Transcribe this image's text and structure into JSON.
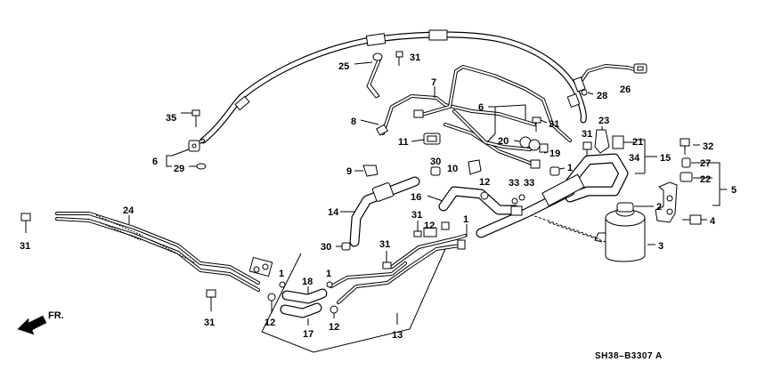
{
  "diagram": {
    "code": "SH38–B3307 A",
    "front_label": "FR.",
    "callouts": [
      {
        "id": "c35",
        "text": "35"
      },
      {
        "id": "c6a",
        "text": "6"
      },
      {
        "id": "c29",
        "text": "29"
      },
      {
        "id": "c25",
        "text": "25"
      },
      {
        "id": "c31a",
        "text": "31"
      },
      {
        "id": "c7",
        "text": "7"
      },
      {
        "id": "c8",
        "text": "8"
      },
      {
        "id": "c6b",
        "text": "6"
      },
      {
        "id": "c11",
        "text": "11"
      },
      {
        "id": "c31b",
        "text": "31"
      },
      {
        "id": "c20",
        "text": "20"
      },
      {
        "id": "c19",
        "text": "19"
      },
      {
        "id": "c23",
        "text": "23"
      },
      {
        "id": "c31c",
        "text": "31"
      },
      {
        "id": "c21",
        "text": "21"
      },
      {
        "id": "c34",
        "text": "34"
      },
      {
        "id": "c15",
        "text": "15"
      },
      {
        "id": "c28",
        "text": "28"
      },
      {
        "id": "c26",
        "text": "26"
      },
      {
        "id": "c32",
        "text": "32"
      },
      {
        "id": "c27",
        "text": "27"
      },
      {
        "id": "c22",
        "text": "22"
      },
      {
        "id": "c5",
        "text": "5"
      },
      {
        "id": "c4",
        "text": "4"
      },
      {
        "id": "c2",
        "text": "2"
      },
      {
        "id": "c3",
        "text": "3"
      },
      {
        "id": "c9",
        "text": "9"
      },
      {
        "id": "c30a",
        "text": "30"
      },
      {
        "id": "c10",
        "text": "10"
      },
      {
        "id": "c1a",
        "text": "1"
      },
      {
        "id": "c16",
        "text": "16"
      },
      {
        "id": "c12a",
        "text": "12"
      },
      {
        "id": "c33a",
        "text": "33"
      },
      {
        "id": "c33b",
        "text": "33"
      },
      {
        "id": "c14",
        "text": "14"
      },
      {
        "id": "c31d",
        "text": "31"
      },
      {
        "id": "c12b",
        "text": "12"
      },
      {
        "id": "c1b",
        "text": "1"
      },
      {
        "id": "c30b",
        "text": "30"
      },
      {
        "id": "c31e",
        "text": "31"
      },
      {
        "id": "c24",
        "text": "24"
      },
      {
        "id": "c31f",
        "text": "31"
      },
      {
        "id": "c31g",
        "text": "31"
      },
      {
        "id": "c1c",
        "text": "1"
      },
      {
        "id": "c1d",
        "text": "1"
      },
      {
        "id": "c18",
        "text": "18"
      },
      {
        "id": "c12c",
        "text": "12"
      },
      {
        "id": "c12d",
        "text": "12"
      },
      {
        "id": "c17",
        "text": "17"
      },
      {
        "id": "c13",
        "text": "13"
      }
    ]
  }
}
